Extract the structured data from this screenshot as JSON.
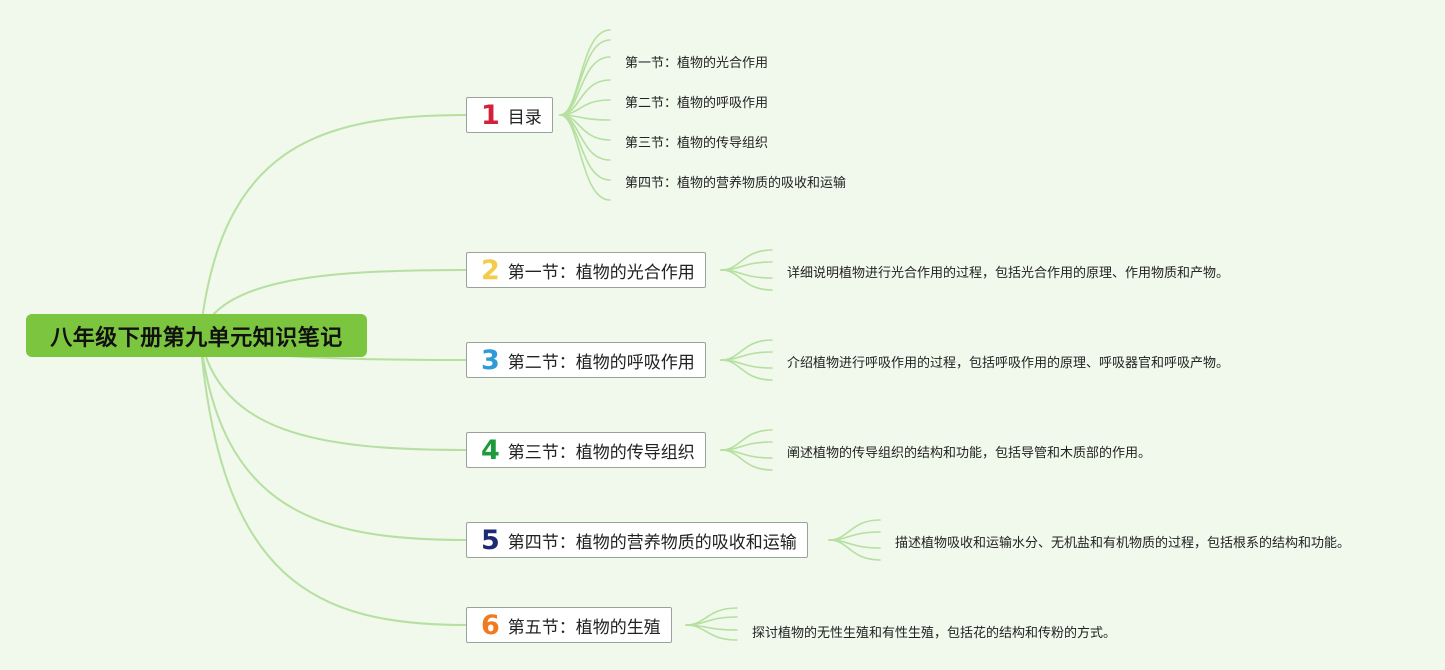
{
  "root": {
    "title": "八年级下册第九单元知识笔记"
  },
  "branches": [
    {
      "number": "1",
      "color": "#d4213a",
      "label": "目录"
    },
    {
      "number": "2",
      "color": "#f2cc4a",
      "label": "第一节：植物的光合作用"
    },
    {
      "number": "3",
      "color": "#2f9ad8",
      "label": "第二节：植物的呼吸作用"
    },
    {
      "number": "4",
      "color": "#1f9a3a",
      "label": "第三节：植物的传导组织"
    },
    {
      "number": "5",
      "color": "#1d2a73",
      "label": "第四节：植物的营养物质的吸收和运输"
    },
    {
      "number": "6",
      "color": "#f07a1e",
      "label": "第五节：植物的生殖"
    }
  ],
  "toc_items": [
    "第一节：植物的光合作用",
    "第二节：植物的呼吸作用",
    "第三节：植物的传导组织",
    "第四节：植物的营养物质的吸收和运输"
  ],
  "details": [
    "详细说明植物进行光合作用的过程，包括光合作用的原理、作用物质和产物。",
    "介绍植物进行呼吸作用的过程，包括呼吸作用的原理、呼吸器官和呼吸产物。",
    "阐述植物的传导组织的结构和功能，包括导管和木质部的作用。",
    "描述植物吸收和运输水分、无机盐和有机物质的过程，包括根系的结构和功能。",
    "探讨植物的无性生殖和有性生殖，包括花的结构和传粉的方式。"
  ],
  "colors": {
    "background": "#f1f8ec",
    "root": "#7cc63f",
    "connector": "#b5e0a0"
  }
}
